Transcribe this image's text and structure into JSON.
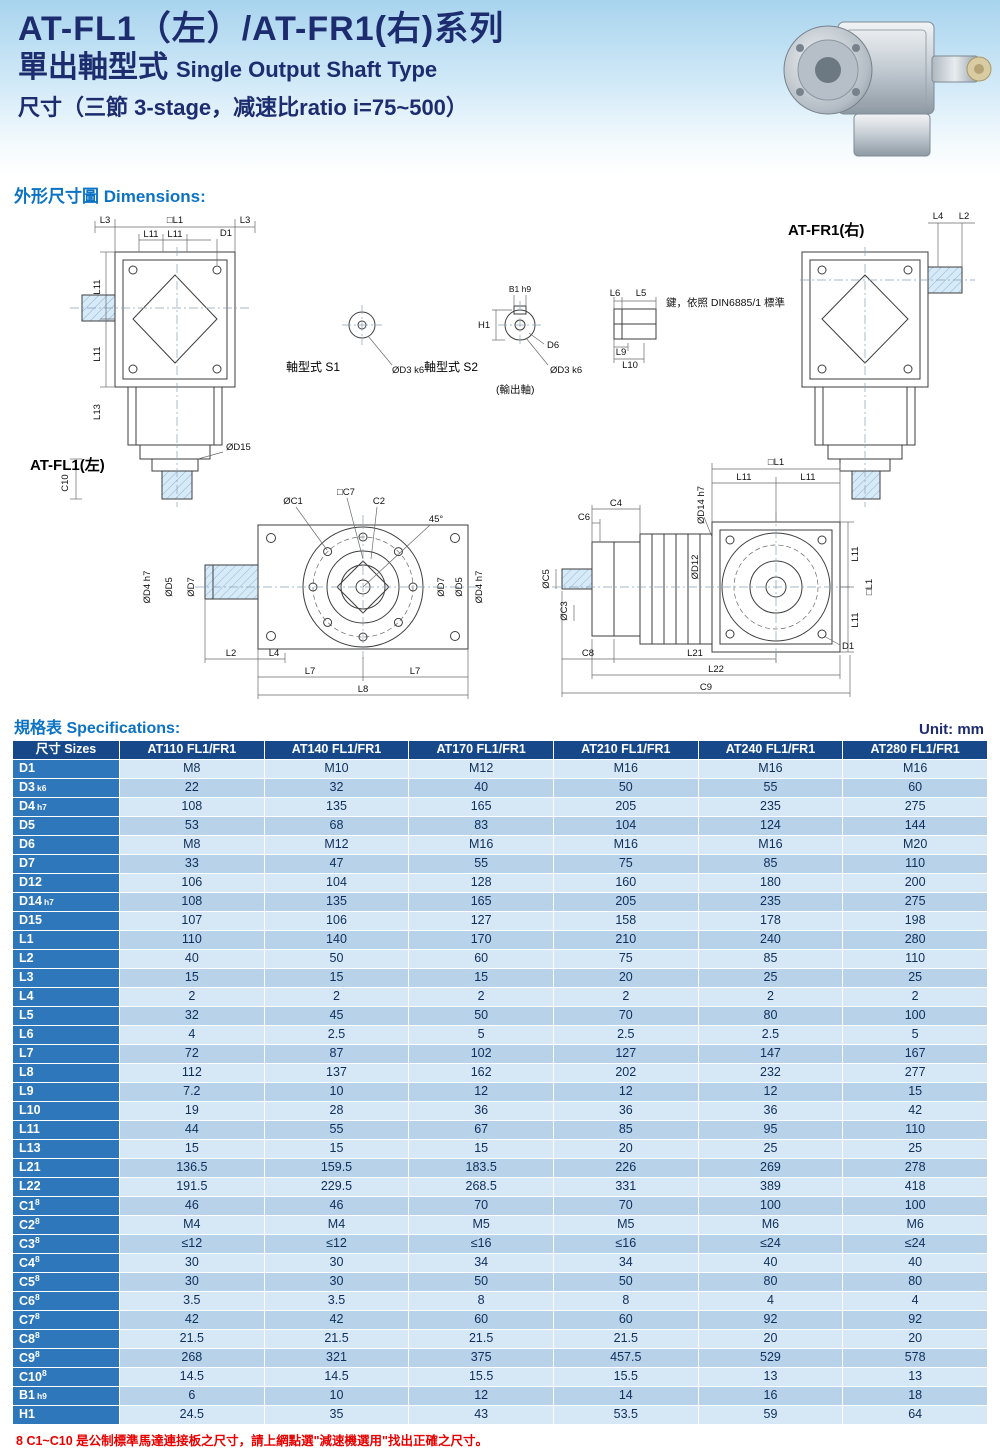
{
  "header": {
    "title1": "AT-FL1（左）/AT-FR1(右)系列",
    "title2_zh": "單出軸型式",
    "title2_en": "Single Output Shaft Type",
    "title3": "尺寸（三節 3-stage，减速比ratio i=75~500）"
  },
  "sections": {
    "dimensions": "外形尺寸圖 Dimensions:",
    "specs": "規格表 Specifications:",
    "unit": "Unit: mm"
  },
  "drawings": {
    "fl1_title": "AT-FL1(左)",
    "fr1_title": "AT-FR1(右)",
    "s1_label": "軸型式 S1",
    "s2_label": "軸型式 S2",
    "s1_dia": "ØD3 k6",
    "s2_dia": "ØD3 k6",
    "output_shaft": "(輸出軸)",
    "key_note": "鍵，依照 DIN6885/1 標準",
    "fl1_dims": [
      "L3",
      "□L1",
      "L3",
      "L11",
      "L11",
      "D1",
      "L11",
      "L11",
      "L13",
      "ØD15",
      "C10"
    ],
    "s2_dims": [
      "B1 h9",
      "H1",
      "D6"
    ],
    "key_dims": [
      "L6",
      "L5",
      "L9",
      "L10"
    ],
    "fr1_dims": [
      "L4",
      "L2"
    ],
    "front_dims": [
      "ØC1",
      "□C7",
      "C2",
      "45°",
      "ØD4 h7",
      "ØD5",
      "ØD7",
      "ØD7",
      "ØD5",
      "ØD4 h7",
      "L2",
      "L4",
      "L7",
      "L7",
      "L8"
    ],
    "side_dims": [
      "C4",
      "C6",
      "ØC5",
      "ØC3",
      "ØD12",
      "ØD14 h7",
      "□L1",
      "L11",
      "L11",
      "L11",
      "□L1",
      "L11",
      "D1",
      "C8",
      "L21",
      "L22",
      "C9"
    ]
  },
  "table": {
    "header": [
      "尺寸 Sizes",
      "AT110 FL1/FR1",
      "AT140 FL1/FR1",
      "AT170 FL1/FR1",
      "AT210 FL1/FR1",
      "AT240 FL1/FR1",
      "AT280 FL1/FR1"
    ],
    "rows": [
      {
        "label": "D1",
        "values": [
          "M8",
          "M10",
          "M12",
          "M16",
          "M16",
          "M16"
        ]
      },
      {
        "label": "D3",
        "sub": "k6",
        "values": [
          "22",
          "32",
          "40",
          "50",
          "55",
          "60"
        ]
      },
      {
        "label": "D4",
        "sub": "h7",
        "values": [
          "108",
          "135",
          "165",
          "205",
          "235",
          "275"
        ]
      },
      {
        "label": "D5",
        "values": [
          "53",
          "68",
          "83",
          "104",
          "124",
          "144"
        ]
      },
      {
        "label": "D6",
        "values": [
          "M8",
          "M12",
          "M16",
          "M16",
          "M16",
          "M20"
        ]
      },
      {
        "label": "D7",
        "values": [
          "33",
          "47",
          "55",
          "75",
          "85",
          "110"
        ]
      },
      {
        "label": "D12",
        "values": [
          "106",
          "104",
          "128",
          "160",
          "180",
          "200"
        ]
      },
      {
        "label": "D14",
        "sub": "h7",
        "values": [
          "108",
          "135",
          "165",
          "205",
          "235",
          "275"
        ]
      },
      {
        "label": "D15",
        "values": [
          "107",
          "106",
          "127",
          "158",
          "178",
          "198"
        ]
      },
      {
        "label": "L1",
        "values": [
          "110",
          "140",
          "170",
          "210",
          "240",
          "280"
        ]
      },
      {
        "label": "L2",
        "values": [
          "40",
          "50",
          "60",
          "75",
          "85",
          "110"
        ]
      },
      {
        "label": "L3",
        "values": [
          "15",
          "15",
          "15",
          "20",
          "25",
          "25"
        ]
      },
      {
        "label": "L4",
        "values": [
          "2",
          "2",
          "2",
          "2",
          "2",
          "2"
        ]
      },
      {
        "label": "L5",
        "values": [
          "32",
          "45",
          "50",
          "70",
          "80",
          "100"
        ]
      },
      {
        "label": "L6",
        "values": [
          "4",
          "2.5",
          "5",
          "2.5",
          "2.5",
          "5"
        ]
      },
      {
        "label": "L7",
        "values": [
          "72",
          "87",
          "102",
          "127",
          "147",
          "167"
        ]
      },
      {
        "label": "L8",
        "values": [
          "112",
          "137",
          "162",
          "202",
          "232",
          "277"
        ]
      },
      {
        "label": "L9",
        "values": [
          "7.2",
          "10",
          "12",
          "12",
          "12",
          "15"
        ]
      },
      {
        "label": "L10",
        "values": [
          "19",
          "28",
          "36",
          "36",
          "36",
          "42"
        ]
      },
      {
        "label": "L11",
        "values": [
          "44",
          "55",
          "67",
          "85",
          "95",
          "110"
        ]
      },
      {
        "label": "L13",
        "values": [
          "15",
          "15",
          "15",
          "20",
          "25",
          "25"
        ]
      },
      {
        "label": "L21",
        "values": [
          "136.5",
          "159.5",
          "183.5",
          "226",
          "269",
          "278"
        ]
      },
      {
        "label": "L22",
        "values": [
          "191.5",
          "229.5",
          "268.5",
          "331",
          "389",
          "418"
        ]
      },
      {
        "label": "C1",
        "sup": "8",
        "values": [
          "46",
          "46",
          "70",
          "70",
          "100",
          "100"
        ]
      },
      {
        "label": "C2",
        "sup": "8",
        "values": [
          "M4",
          "M4",
          "M5",
          "M5",
          "M6",
          "M6"
        ]
      },
      {
        "label": "C3",
        "sup": "8",
        "values": [
          "≤12",
          "≤12",
          "≤16",
          "≤16",
          "≤24",
          "≤24"
        ]
      },
      {
        "label": "C4",
        "sup": "8",
        "values": [
          "30",
          "30",
          "34",
          "34",
          "40",
          "40"
        ]
      },
      {
        "label": "C5",
        "sup": "8",
        "values": [
          "30",
          "30",
          "50",
          "50",
          "80",
          "80"
        ]
      },
      {
        "label": "C6",
        "sup": "8",
        "values": [
          "3.5",
          "3.5",
          "8",
          "8",
          "4",
          "4"
        ]
      },
      {
        "label": "C7",
        "sup": "8",
        "values": [
          "42",
          "42",
          "60",
          "60",
          "92",
          "92"
        ]
      },
      {
        "label": "C8",
        "sup": "8",
        "values": [
          "21.5",
          "21.5",
          "21.5",
          "21.5",
          "20",
          "20"
        ]
      },
      {
        "label": "C9",
        "sup": "8",
        "values": [
          "268",
          "321",
          "375",
          "457.5",
          "529",
          "578"
        ]
      },
      {
        "label": "C10",
        "sup": "8",
        "values": [
          "14.5",
          "14.5",
          "15.5",
          "15.5",
          "13",
          "13"
        ]
      },
      {
        "label": "B1",
        "sub": "h9",
        "values": [
          "6",
          "10",
          "12",
          "14",
          "16",
          "18"
        ]
      },
      {
        "label": "H1",
        "values": [
          "24.5",
          "35",
          "43",
          "53.5",
          "59",
          "64"
        ]
      }
    ]
  },
  "footnote": {
    "mark": "8",
    "text": "C1~C10 是公制標準馬達連接板之尺寸，請上網點選\"減速機選用\"找出正確之尺寸。"
  }
}
